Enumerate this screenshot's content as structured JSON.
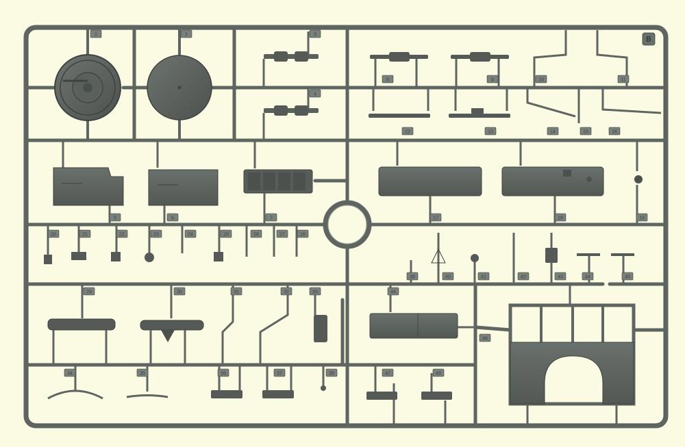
{
  "sprue": {
    "letter": "B",
    "color": "#5f6561",
    "shadow_color": "#3e433f",
    "highlight_color": "#7a807c",
    "background_color": "#fbfbe4"
  },
  "part_numbers": [
    "1",
    "2",
    "3",
    "4",
    "5",
    "6",
    "7",
    "8",
    "9",
    "10",
    "11",
    "12",
    "13",
    "14",
    "15",
    "16",
    "17",
    "18",
    "19",
    "20",
    "21",
    "22",
    "23",
    "24",
    "25",
    "26",
    "27",
    "28",
    "29",
    "30",
    "31",
    "32",
    "33",
    "34",
    "35",
    "36",
    "37",
    "38",
    "39",
    "40",
    "41",
    "42",
    "43",
    "44",
    "45",
    "46",
    "47",
    "48",
    "49"
  ]
}
